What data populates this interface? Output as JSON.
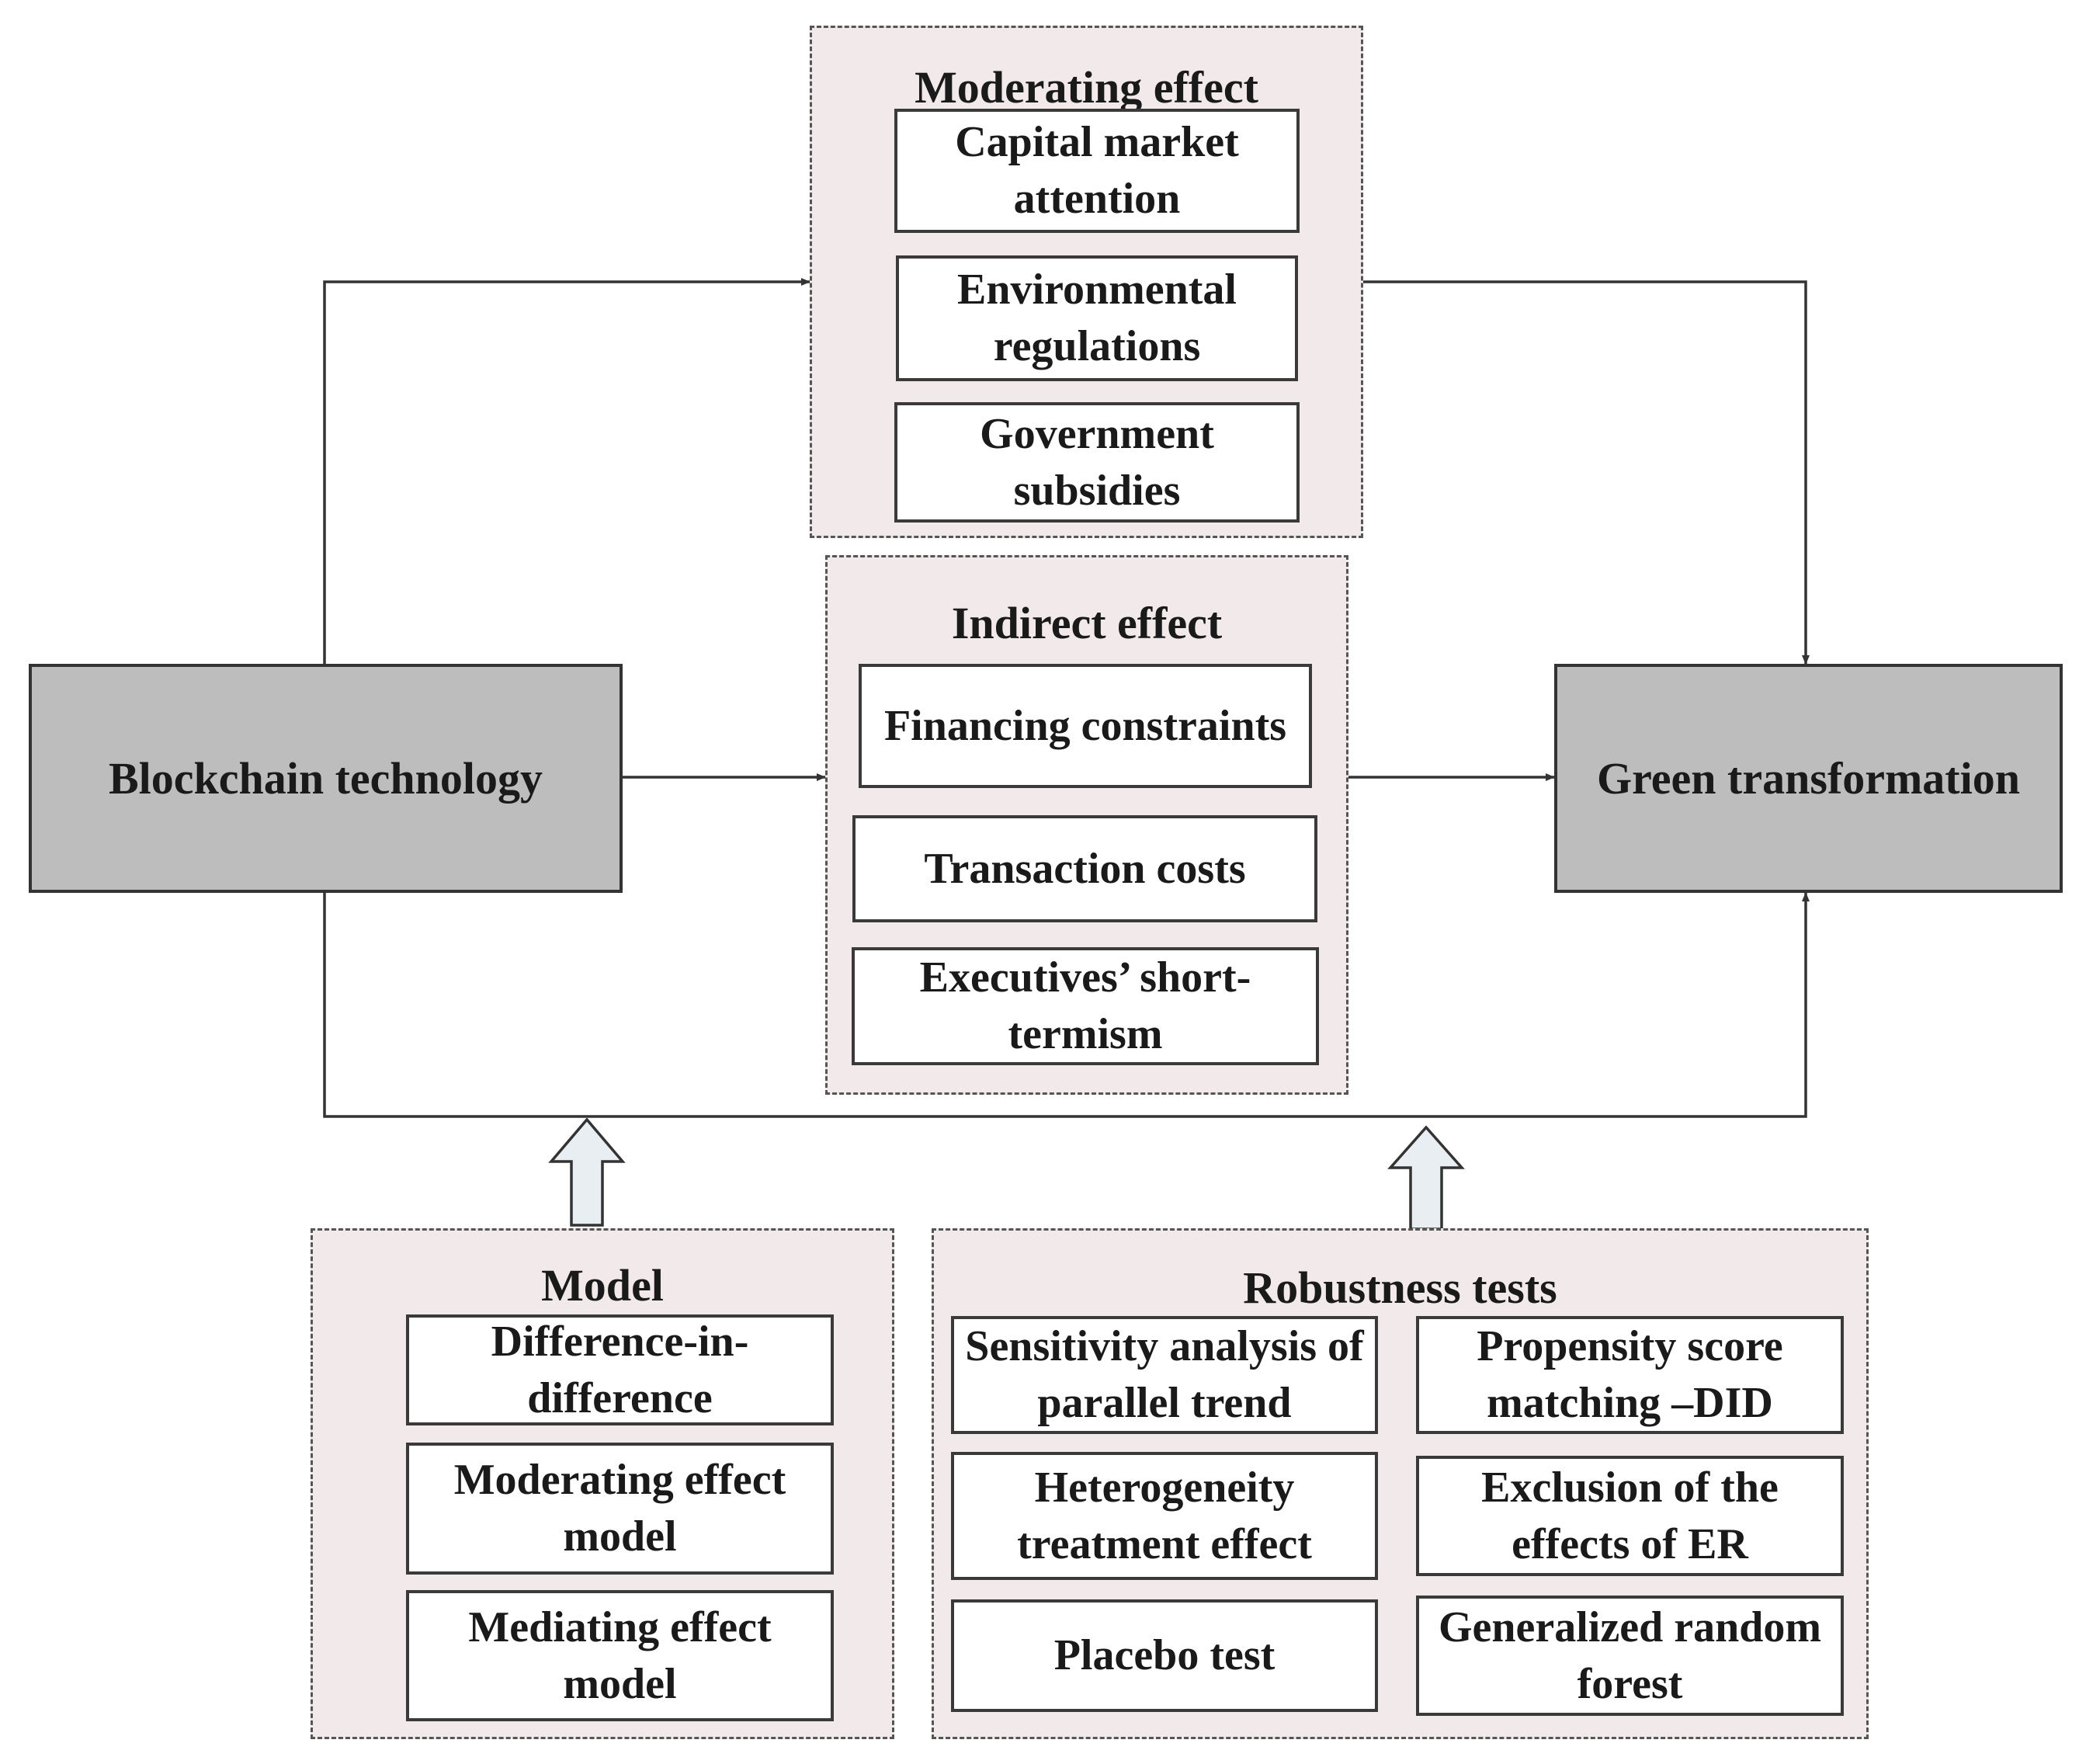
{
  "diagram": {
    "blockchain": "Blockchain technology",
    "green": "Green transformation",
    "moderating": {
      "title": "Moderating effect",
      "items": [
        "Capital market attention",
        "Environmental regulations",
        "Government subsidies"
      ]
    },
    "indirect": {
      "title": "Indirect effect",
      "items": [
        "Financing constraints",
        "Transaction costs",
        "Executives’ short-termism"
      ]
    },
    "model": {
      "title": "Model",
      "items": [
        "Difference-in-difference",
        "Moderating effect model",
        "Mediating effect model"
      ]
    },
    "robustness": {
      "title": "Robustness tests",
      "items": [
        "Sensitivity analysis of parallel trend",
        "Propensity score matching –DID",
        "Heterogeneity treatment effect",
        "Exclusion of the effects of ER",
        "Placebo test",
        "Generalized random forest"
      ]
    },
    "colors": {
      "group_fill": "#f2eaea",
      "main_fill": "#bdbdbd",
      "arrow_fill": "#e8eef2",
      "line": "#333333"
    }
  }
}
